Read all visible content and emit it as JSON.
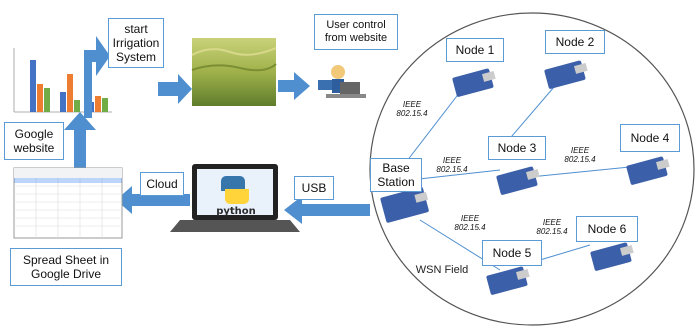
{
  "colors": {
    "arrow": "#4f8fcf",
    "box_border": "#5b9bd5",
    "circle": "#555555",
    "link": "#4f8fcf",
    "board": "#3b5fa8"
  },
  "labels": {
    "start_irrigation": [
      "start",
      "Irrigation",
      "System"
    ],
    "user_control": [
      "User control",
      "from website"
    ],
    "google_website": [
      "Google",
      "website"
    ],
    "cloud": "Cloud",
    "usb": "USB",
    "spreadsheet": [
      "Spread Sheet in",
      "Google Drive"
    ],
    "wsn_field": "WSN Field",
    "python_logo": "python"
  },
  "nodes": {
    "node1": "Node 1",
    "node2": "Node 2",
    "node3": "Node 3",
    "node4": "Node 4",
    "node5": "Node 5",
    "node6": "Node 6",
    "base_station": [
      "Base",
      "Station"
    ]
  },
  "ieee": {
    "line1": "IEEE",
    "line2": "802.15.4"
  },
  "icons": [
    "bar-chart-icon",
    "rice-field-icon",
    "user-at-computer-icon",
    "laptop-icon",
    "python-logo-icon",
    "spreadsheet-icon",
    "xbee-board-icon"
  ]
}
